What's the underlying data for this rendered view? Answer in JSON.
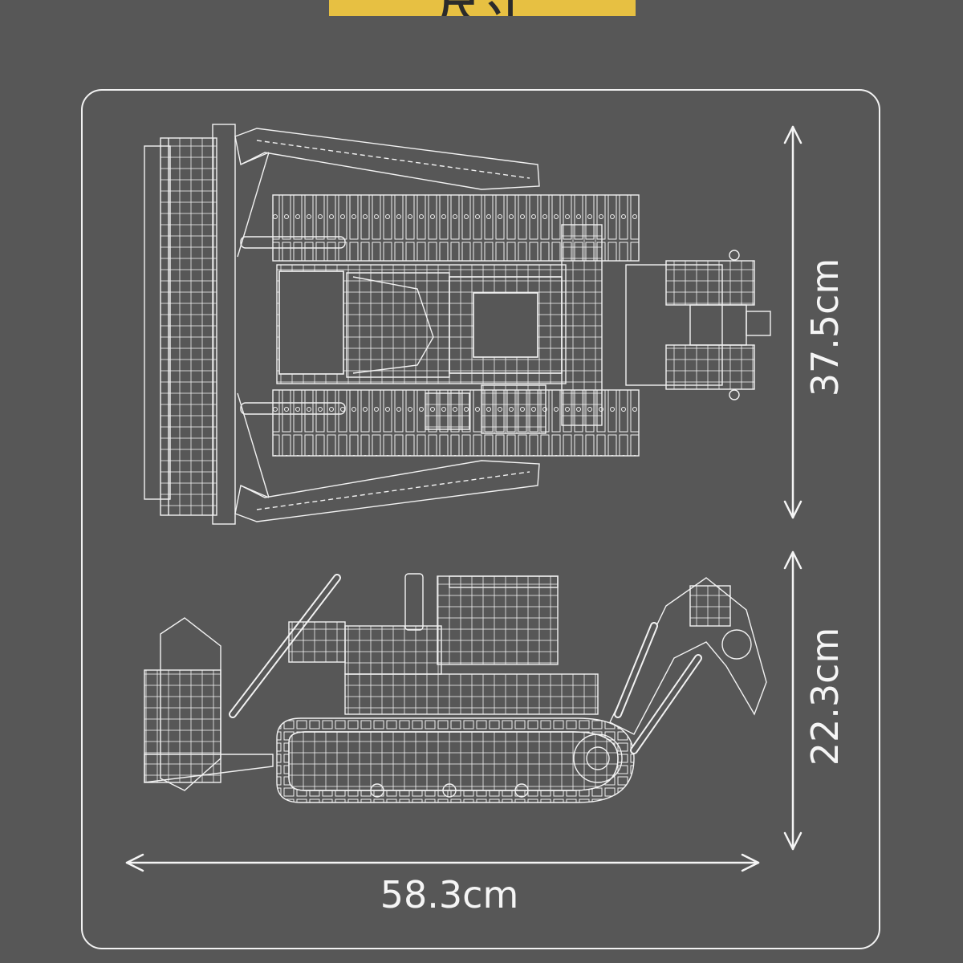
{
  "header": {
    "title": "尺寸",
    "badge_color": "#e7c042"
  },
  "colors": {
    "background": "#575757",
    "line": "#f2f2f2"
  },
  "illustrations": {
    "top_view": "bulldozer-top-view",
    "side_view": "bulldozer-side-view"
  },
  "dimensions": {
    "length": "58.3cm",
    "top_height": "37.5cm",
    "side_height": "22.3cm"
  }
}
